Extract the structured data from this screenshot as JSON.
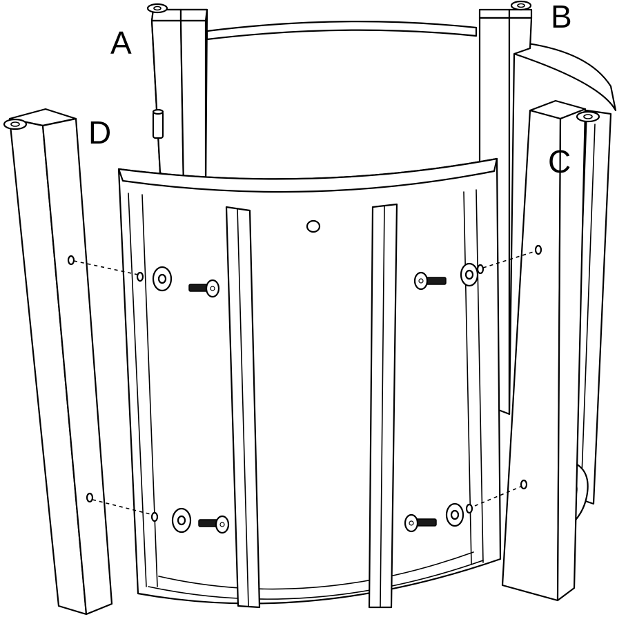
{
  "labels": {
    "a": "A",
    "b": "B",
    "c": "C",
    "d": "D"
  },
  "parts": {
    "posts": [
      "A",
      "B",
      "C",
      "D"
    ],
    "screw_count": 4,
    "hole_count": 8
  },
  "icons": [
    "screw-icon",
    "washer-icon",
    "hinge-pin-icon",
    "mounting-bracket-icon"
  ],
  "colors": {
    "line": "#000000",
    "fill": "#ffffff"
  }
}
